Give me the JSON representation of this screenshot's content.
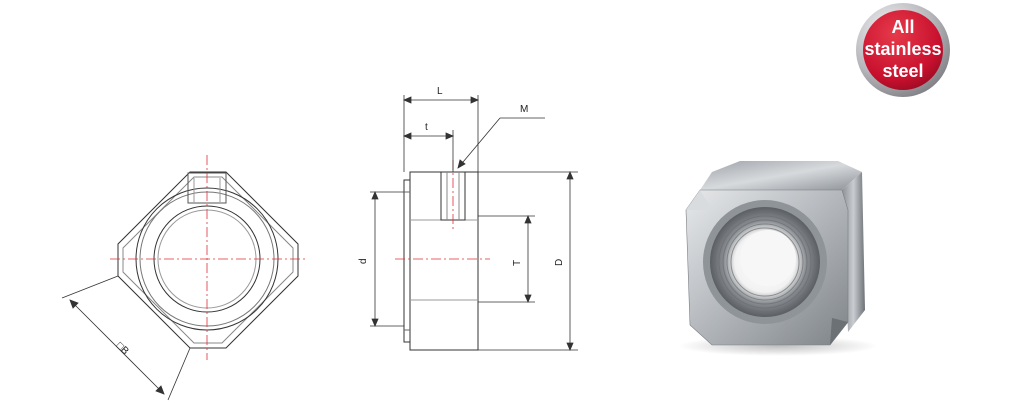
{
  "badge": {
    "lines": [
      "All",
      "stainless",
      "steel"
    ],
    "color_outer": "#b9b9bd",
    "color_inner": "#c8102e"
  },
  "drawings": {
    "front_view": {
      "size_label": "□B"
    },
    "side_view": {
      "labels": {
        "L": "L",
        "t": "t",
        "M": "M",
        "d": "d",
        "T": "T",
        "D": "D"
      }
    }
  },
  "colors": {
    "line": "#333333",
    "center_line": "#e0303a",
    "thread": "#777777"
  }
}
